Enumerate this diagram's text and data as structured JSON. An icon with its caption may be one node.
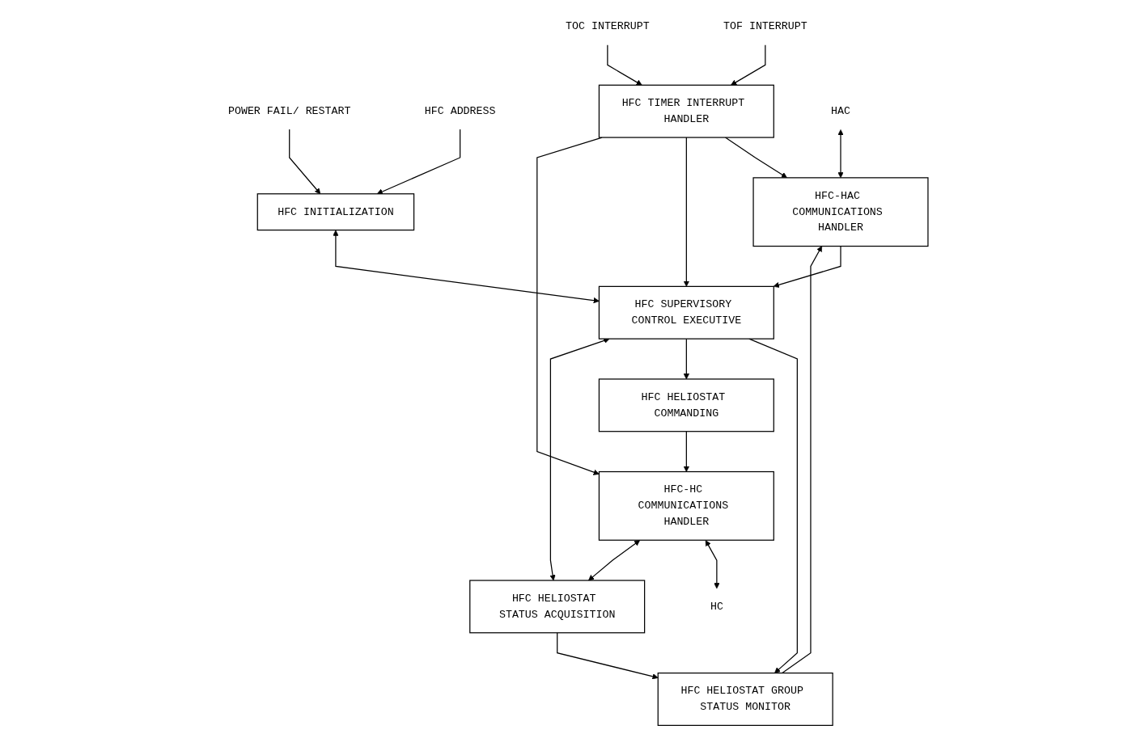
{
  "diagram": {
    "nodes": [
      {
        "text": [
          "TOF INTERRUPT"
        ]
      },
      {
        "text": [
          "TOC INTERRUPT"
        ]
      },
      {
        "text": [
          "POWER FAIL/ RESTART"
        ]
      },
      {
        "text": [
          "HFC ADDRESS"
        ]
      },
      {
        "text": [
          "HFC TIMER INTERRUPT HANDLER"
        ]
      },
      {
        "text": [
          "HFC INITIALIZATION"
        ]
      },
      {
        "text": [
          "HAC"
        ]
      },
      {
        "text": [
          "HFC-HAC COMMUNICATIONS HANDLER"
        ]
      },
      {
        "text": [
          "HFC SUPERVISORY CONTROL EXECUTIVE"
        ]
      },
      {
        "text": [
          "HFC-HC COMMUNICATIONS HANDLER"
        ]
      },
      {
        "text": [
          "HC"
        ]
      },
      {
        "text": [
          "HFC HELIOSTAT GROUP STATUS MONITOR"
        ]
      },
      {
        "text": [
          "HFC HELIOSTAT COMMANDING"
        ]
      },
      {
        "text": [
          "HFC HELIOSTAT STATUS ACQUISITION"
        ]
      }
    ],
    "edges": [
      {
        "from": 0,
        "to": 4,
        "arrow": "to"
      },
      {
        "from": 1,
        "to": 4,
        "arrow": "to"
      },
      {
        "from": 2,
        "to": 5,
        "arrow": "to"
      },
      {
        "from": 3,
        "to": 5,
        "arrow": "to"
      },
      {
        "from": 4,
        "to": 7,
        "arrow": "to"
      },
      {
        "from": 4,
        "to": 8,
        "arrow": "to"
      },
      {
        "from": 4,
        "to": 9,
        "arrow": "to"
      },
      {
        "from": 5,
        "to": 8,
        "arrow": "both"
      },
      {
        "from": 6,
        "to": 7,
        "arrow": "both"
      },
      {
        "from": 7,
        "to": 8,
        "arrow": "to"
      },
      {
        "from": 9,
        "to": 10,
        "arrow": "both"
      },
      {
        "from": 8,
        "to": 11,
        "arrow": "to"
      },
      {
        "from": 8,
        "to": 12,
        "arrow": "to"
      },
      {
        "from": 8,
        "to": 13,
        "arrow": "both"
      },
      {
        "from": 12,
        "to": 9,
        "arrow": "to"
      },
      {
        "from": 9,
        "to": 13,
        "arrow": "both"
      },
      {
        "from": 11,
        "to": 7,
        "arrow": "to"
      },
      {
        "from": 13,
        "to": 11,
        "arrow": "to"
      }
    ]
  }
}
